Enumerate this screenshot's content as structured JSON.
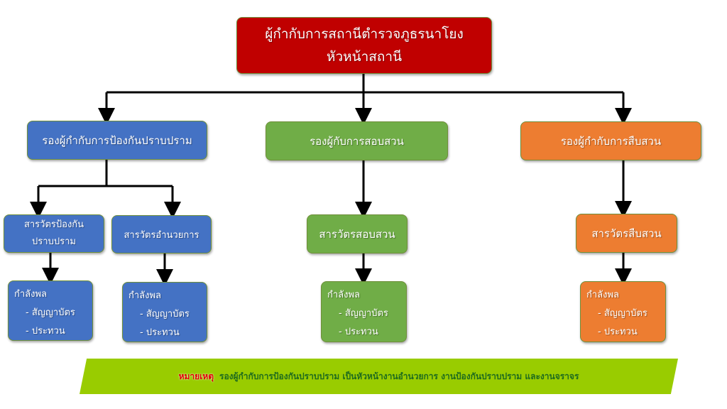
{
  "top": {
    "line1": "ผู้กำกับการสถานีตำรวจภูธรนาโยง",
    "line2": "หัวหน้าสถานี"
  },
  "deputies": [
    {
      "title": "รองผู้กำกับการป้องกันปราบปราม"
    },
    {
      "title": "รองผู้กับการสอบสวน"
    },
    {
      "title": "รองผู้กำกับการสืบสวน"
    }
  ],
  "units": [
    {
      "line1": "สารวัตรป้องกัน",
      "line2": "ปราบปราม"
    },
    {
      "line1": "สารวัตรอำนวยการ"
    },
    {
      "line1": "สารวัตรสอบสวน"
    },
    {
      "line1": "สารวัตรสืบสวน"
    }
  ],
  "forces": {
    "title": "กำลังพล",
    "item1": "- สัญญาบัตร",
    "item2": "- ประทวน"
  },
  "note": {
    "label": "หมายเหตุ",
    "text": "รองผู้กำกับการป้องกันปราบปราม เป็นหัวหน้างานอำนวยการ งานป้องกันปราบปราม และงานจราจร"
  },
  "colors": {
    "top": "#c00000",
    "blue": "#4472c4",
    "green": "#70ad47",
    "orange": "#ed7d31",
    "note": "#99cc00"
  }
}
